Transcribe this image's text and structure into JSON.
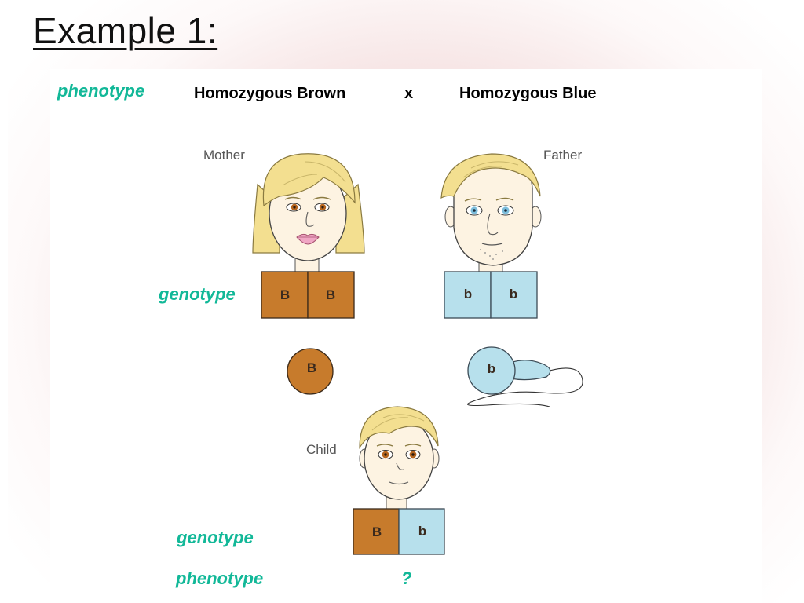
{
  "title": "Example 1:",
  "labels": {
    "phenotype_top": "phenotype",
    "parent_phenotype_left": "Homozygous  Brown",
    "cross_symbol": "x",
    "parent_phenotype_right": "Homozygous Blue",
    "mother": "Mother",
    "father": "Father",
    "child": "Child",
    "genotype_parents": "genotype",
    "genotype_child": "genotype",
    "phenotype_child": "phenotype",
    "unknown": "?"
  },
  "mother": {
    "alleles": [
      "B",
      "B"
    ],
    "gamete": "B"
  },
  "father": {
    "alleles": [
      "b",
      "b"
    ],
    "gamete": "b"
  },
  "child": {
    "alleles": [
      "B",
      "b"
    ]
  },
  "colors": {
    "brown": "#c77b2c",
    "blue": "#b7e0ec",
    "teal_label": "#12b898",
    "hair": "#f3df90",
    "skin": "#fdf3e2"
  }
}
